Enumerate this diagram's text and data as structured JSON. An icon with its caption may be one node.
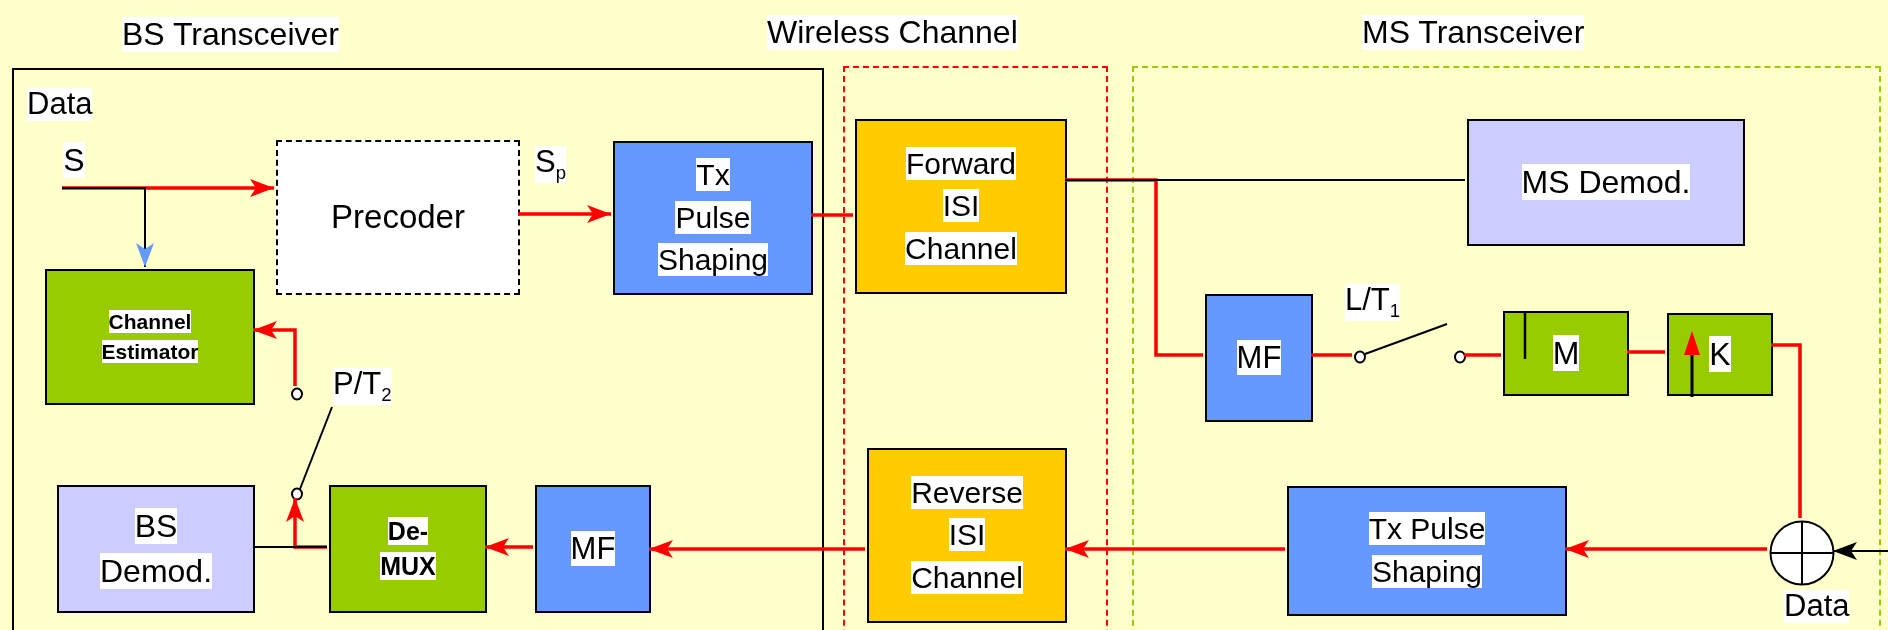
{
  "diagram": {
    "nodes": [
      {
        "text": [
          "BS Transceiver"
        ]
      },
      {
        "text": [
          "Precoder"
        ],
        "in": 0
      },
      {
        "text": [
          "Tx Pulse Shaping"
        ],
        "in": 0
      },
      {
        "text": [
          "Channel Estimator"
        ],
        "in": 0
      },
      {
        "text": [],
        "shape": "switch",
        "in": 0,
        "beside": [
          "P/T$_{2}$"
        ]
      },
      {
        "text": [
          "BS Demod."
        ],
        "in": 0
      },
      {
        "text": [
          "De-MUX"
        ],
        "in": 0
      },
      {
        "text": [
          "MF"
        ],
        "in": 0
      },
      {
        "text": [
          "Wireless Channel"
        ]
      },
      {
        "text": [
          "Forward ISI Channel"
        ],
        "in": 8
      },
      {
        "text": [
          "Reverse ISI Channel"
        ],
        "in": 8
      },
      {
        "text": [
          "MS Transceiver"
        ]
      },
      {
        "text": [
          "MS Demod."
        ],
        "in": 11
      },
      {
        "text": [
          "MF"
        ],
        "in": 11
      },
      {
        "text": [],
        "shape": "switch",
        "in": 11,
        "beside": [
          "L/T$_{1}$"
        ]
      },
      {
        "text": [
          "M"
        ],
        "in": 11
      },
      {
        "text": [
          "K"
        ],
        "in": 11
      },
      {
        "text": [],
        "shape": "circle",
        "in": 11
      },
      {
        "text": [
          "Tx Pulse Shaping"
        ],
        "in": 11
      },
      {
        "text": [
          "S"
        ],
        "in": 0
      }
    ],
    "edges": [
      {
        "from": 19,
        "to": 1,
        "arrow": "to"
      },
      {
        "from": 19,
        "to": 3,
        "arrow": "to",
        "color": "#000000"
      },
      {
        "from": 1,
        "to": 2,
        "arrow": "to"
      },
      {
        "from": 2,
        "to": 9,
        "arrow": "none"
      },
      {
        "from": 9,
        "to": 12,
        "arrow": "none",
        "color": "#000000"
      },
      {
        "from": 9,
        "to": 13,
        "arrow": "none"
      },
      {
        "from": 13,
        "to": 14,
        "arrow": "none"
      },
      {
        "from": 14,
        "to": 15,
        "arrow": "none"
      },
      {
        "from": 15,
        "to": 16,
        "arrow": "none"
      },
      {
        "from": 16,
        "to": 17,
        "arrow": "none"
      },
      {
        "from": null,
        "to": 17,
        "arrow": "to",
        "color": "#000000"
      },
      {
        "from": 17,
        "to": 18,
        "arrow": "to"
      },
      {
        "from": 18,
        "to": 10,
        "arrow": "to"
      },
      {
        "from": 10,
        "to": 7,
        "arrow": "to"
      },
      {
        "from": 7,
        "to": 6,
        "arrow": "to"
      },
      {
        "from": 6,
        "to": 5,
        "arrow": "none",
        "color": "#000000"
      },
      {
        "from": 6,
        "to": 4,
        "arrow": "to"
      },
      {
        "from": 4,
        "to": 3,
        "arrow": "to"
      }
    ],
    "labels": [
      "Data",
      "S$_{p}$",
      "Data"
    ]
  }
}
